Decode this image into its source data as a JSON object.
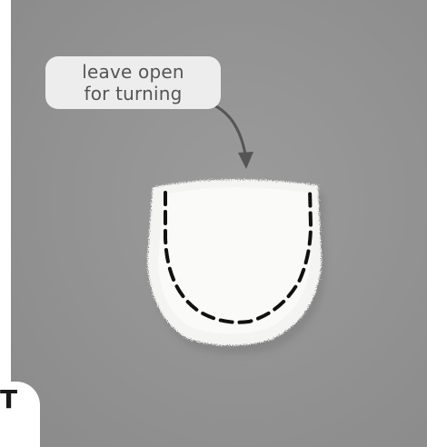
{
  "callout": {
    "line1": "leave open",
    "line2": "for turning"
  },
  "step": {
    "letter": "T"
  },
  "colors": {
    "background": "#929292",
    "fabric": "#f4f4f2",
    "stitch_line": "#111111",
    "callout_bg": "#ededed",
    "arrow": "#555555"
  },
  "icons": {
    "arrow": "curved-arrow-down-icon"
  }
}
